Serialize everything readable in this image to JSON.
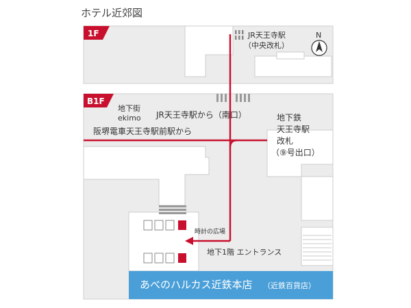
{
  "page_title": "ホテル近郊図",
  "floors": {
    "f1": "1F",
    "b1": "B1F"
  },
  "labels": {
    "jr_station_line1": "JR天王寺駅",
    "jr_station_line2": "（中央改札）",
    "north": "N",
    "ekimo_line1": "地下街",
    "ekimo_line2": "ekimo",
    "from_jr_south": "JR天王寺駅から（南口）",
    "from_hankai": "阪堺電車天王寺駅前駅から",
    "subway_line1": "地下鉄",
    "subway_line2": "天王寺駅",
    "subway_line3": "改札",
    "subway_line4": "（⑨号出口）",
    "clock_plaza": "時計の広場",
    "b1_entrance": "地下1階 エントランス",
    "store_name": "あべのハルカス近鉄本店",
    "store_sub": "（近鉄百貨店）"
  },
  "colors": {
    "route": "#c8102e",
    "store": "#4a9fd8",
    "area": "#ececec",
    "outline": "#cfcfcf"
  }
}
